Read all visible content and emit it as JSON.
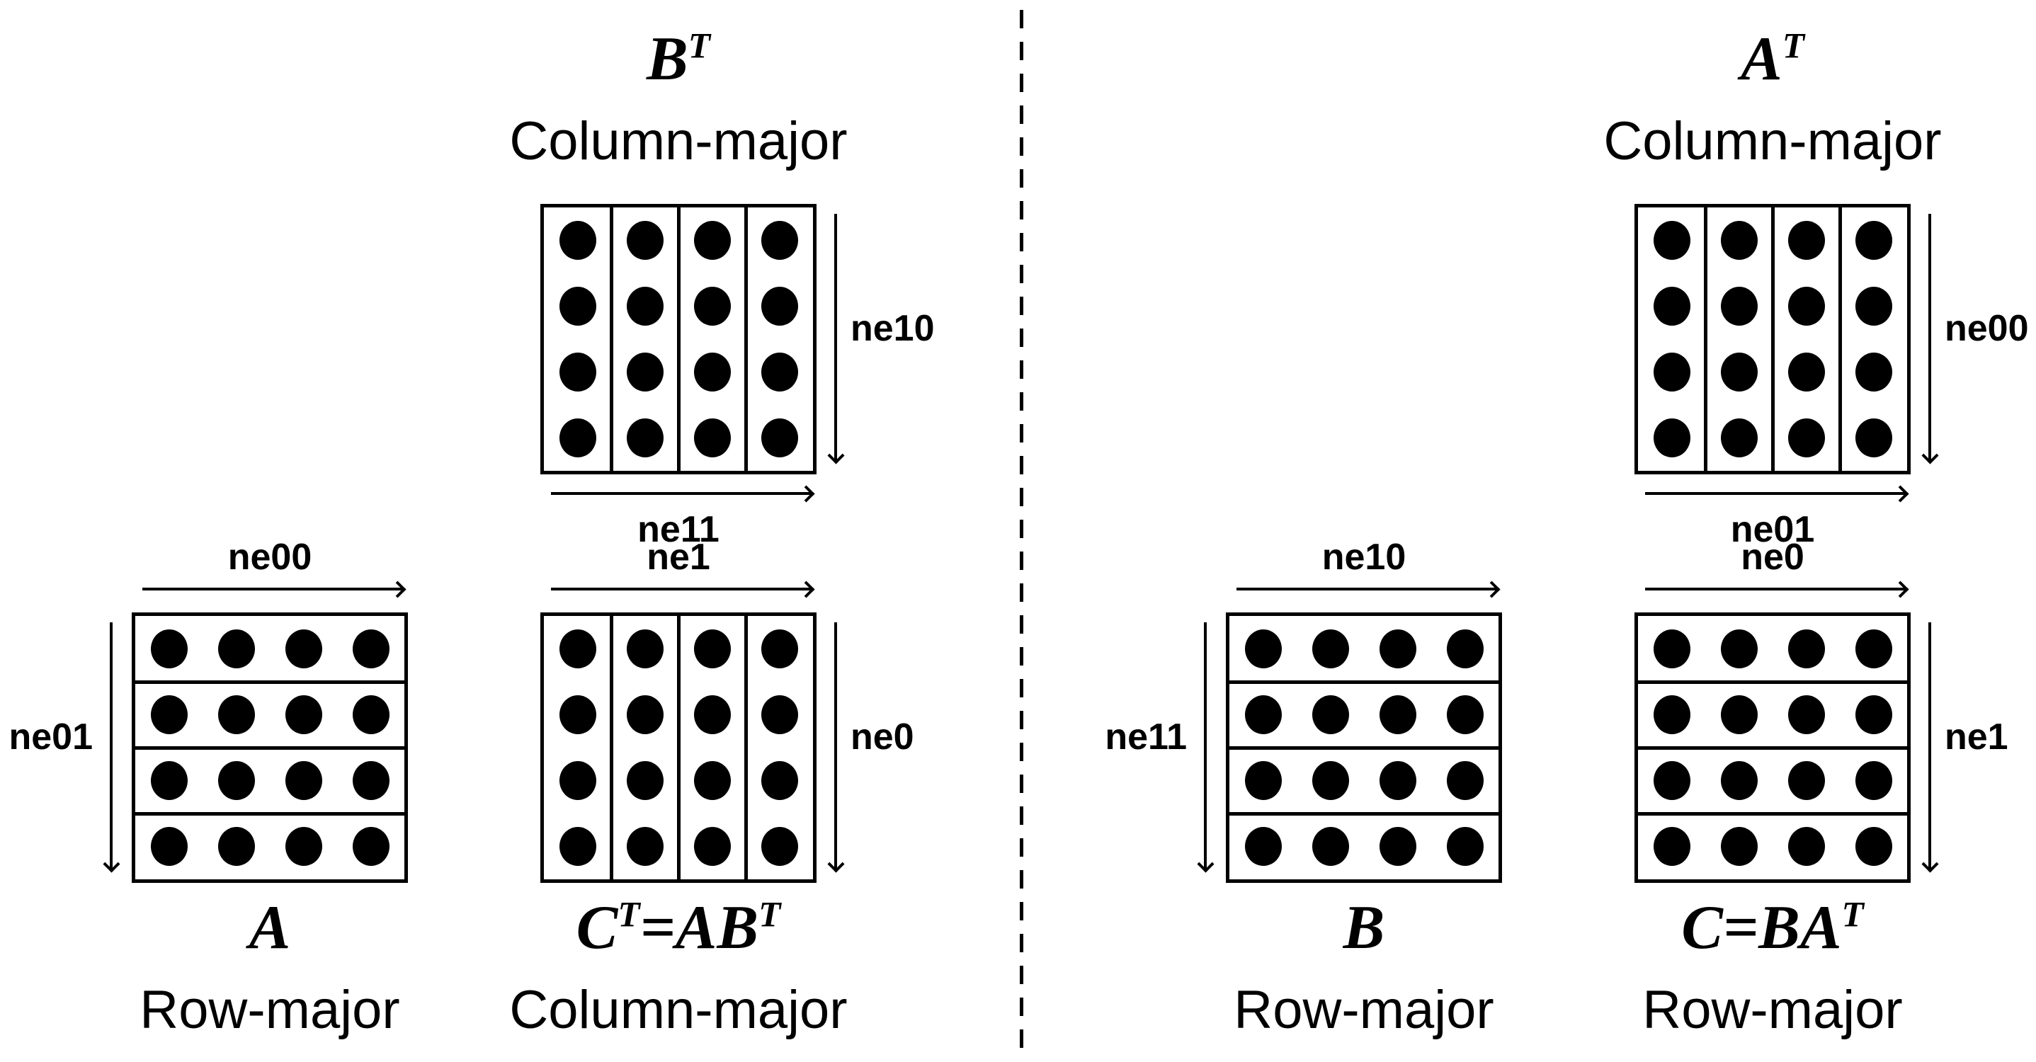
{
  "colors": {
    "ink": "#000000",
    "background": "#ffffff"
  },
  "panels": {
    "a": {
      "title": {
        "main": "A",
        "sup1": "",
        "mid": "",
        "sup2": ""
      },
      "layout": "Row-major",
      "dims": {
        "top": "ne00",
        "left": "ne01"
      },
      "grid": {
        "rows": 4,
        "cols": 4,
        "divider": "rows"
      }
    },
    "bt": {
      "title": {
        "main": "B",
        "sup1": "T",
        "mid": "",
        "sup2": ""
      },
      "layout": "Column-major",
      "dims": {
        "right": "ne10",
        "bottom": "ne11"
      },
      "grid": {
        "rows": 4,
        "cols": 4,
        "divider": "cols"
      }
    },
    "ct": {
      "title": {
        "main": "C",
        "sup1": "T",
        "mid": "=AB",
        "sup2": "T"
      },
      "layout": "Column-major",
      "dims": {
        "top": "ne1",
        "right": "ne0"
      },
      "grid": {
        "rows": 4,
        "cols": 4,
        "divider": "cols"
      }
    },
    "b": {
      "title": {
        "main": "B",
        "sup1": "",
        "mid": "",
        "sup2": ""
      },
      "layout": "Row-major",
      "dims": {
        "top": "ne10",
        "left": "ne11"
      },
      "grid": {
        "rows": 4,
        "cols": 4,
        "divider": "rows"
      }
    },
    "at": {
      "title": {
        "main": "A",
        "sup1": "T",
        "mid": "",
        "sup2": ""
      },
      "layout": "Column-major",
      "dims": {
        "right": "ne00",
        "bottom": "ne01"
      },
      "grid": {
        "rows": 4,
        "cols": 4,
        "divider": "cols"
      }
    },
    "c": {
      "title": {
        "main": "C",
        "sup1": "",
        "mid": "=BA",
        "sup2": "T"
      },
      "layout": "Row-major",
      "dims": {
        "top": "ne0",
        "right": "ne1"
      },
      "grid": {
        "rows": 4,
        "cols": 4,
        "divider": "rows"
      }
    }
  }
}
